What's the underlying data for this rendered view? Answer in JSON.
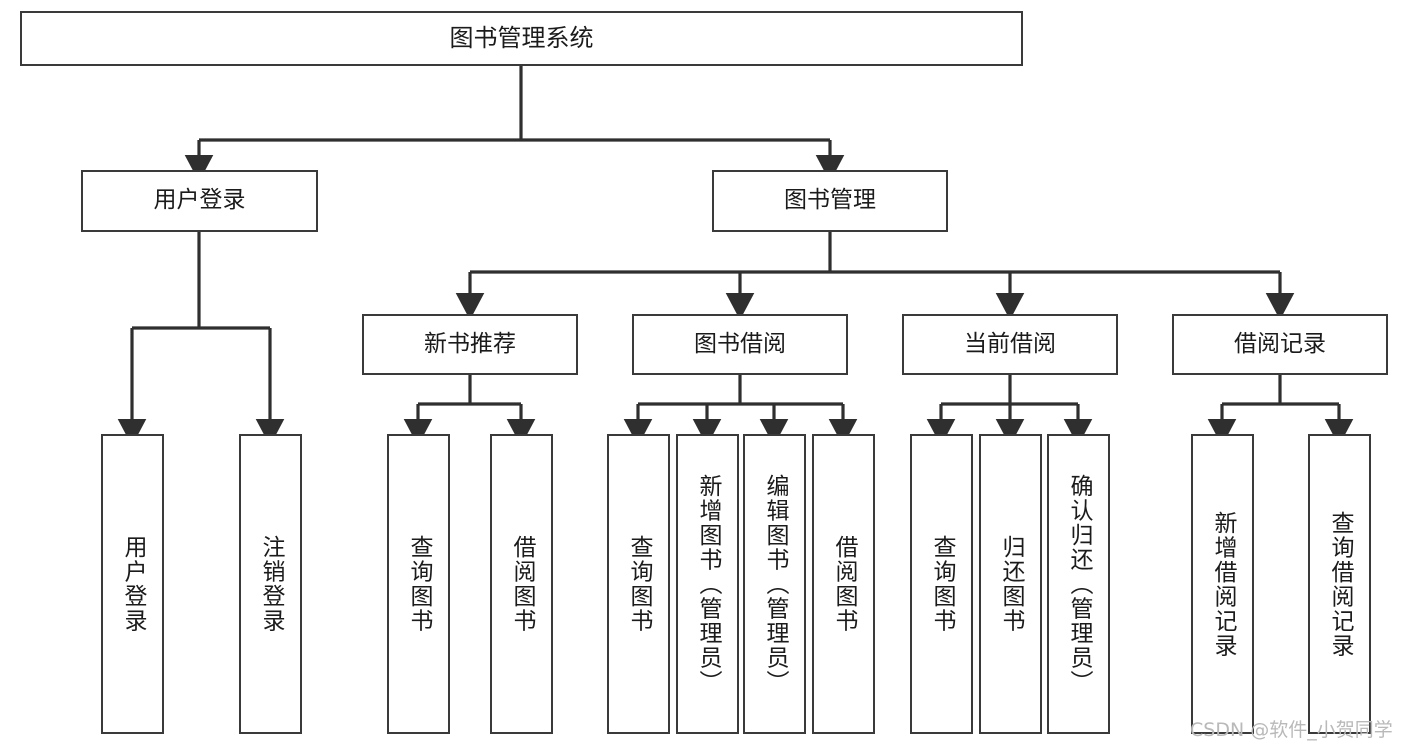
{
  "diagram": {
    "title": "图书管理系统",
    "type": "tree-hierarchy",
    "root": {
      "label": "图书管理系统"
    },
    "level1": [
      {
        "label": "用户登录"
      },
      {
        "label": "图书管理"
      }
    ],
    "level2": [
      {
        "label": "新书推荐"
      },
      {
        "label": "图书借阅"
      },
      {
        "label": "当前借阅"
      },
      {
        "label": "借阅记录"
      }
    ],
    "leaves": {
      "user_login": [
        {
          "label": "用户登录"
        },
        {
          "label": "注销登录"
        }
      ],
      "new_book_recommend": [
        {
          "label": "查询图书"
        },
        {
          "label": "借阅图书"
        }
      ],
      "book_borrow": [
        {
          "label": "查询图书"
        },
        {
          "label": "新增图书（管理员）"
        },
        {
          "label": "编辑图书（管理员）"
        },
        {
          "label": "借阅图书"
        }
      ],
      "current_borrow": [
        {
          "label": "查询图书"
        },
        {
          "label": "归还图书"
        },
        {
          "label": "确认归还（管理员）"
        }
      ],
      "borrow_record": [
        {
          "label": "新增借阅记录"
        },
        {
          "label": "查询借阅记录"
        }
      ]
    }
  },
  "watermark": {
    "text": "CSDN @软件_小贺同学"
  },
  "colors": {
    "stroke": "#3a3a3a",
    "fill": "#ffffff",
    "text": "#1b1b1b",
    "watermark": "#b9b9b9"
  }
}
